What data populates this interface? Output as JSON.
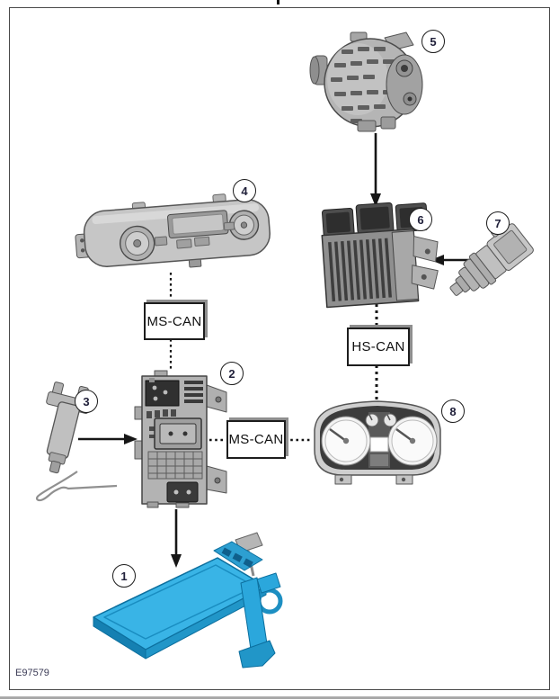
{
  "figure": {
    "code": "E97579"
  },
  "callouts": [
    "1",
    "2",
    "3",
    "4",
    "5",
    "6",
    "7",
    "8"
  ],
  "buses": {
    "upper_ms_can": "MS-CAN",
    "hs_can": "HS-CAN",
    "lower_ms_can": "MS-CAN"
  },
  "colors": {
    "heater_element_blue": "#2fadde",
    "component_gray": "#b5b5b5",
    "line_black": "#161616",
    "bus_box_shadow_gray": "#8e8e8e"
  }
}
